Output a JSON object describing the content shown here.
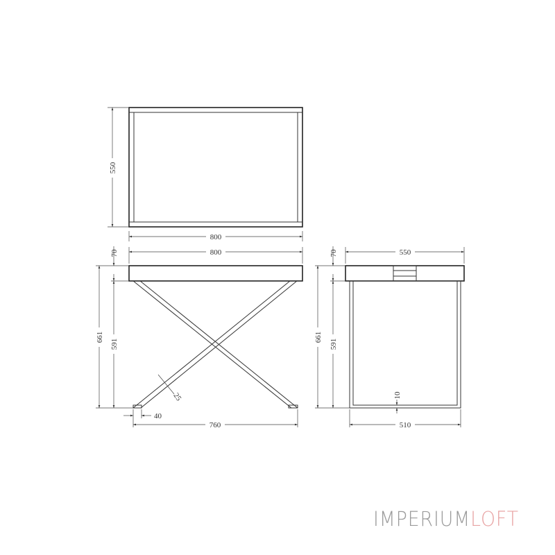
{
  "top_view": {
    "width_label": "800",
    "depth_label": "550"
  },
  "front_view": {
    "width_label": "800",
    "top_thickness_label": "70",
    "total_height_label": "661",
    "leg_height_label": "591",
    "leg_width_label": "25",
    "foot_label": "40",
    "base_width_label": "760"
  },
  "side_view": {
    "width_label": "550",
    "top_thickness_label": "70",
    "total_height_label": "661",
    "leg_height_label": "591",
    "bar_label": "10",
    "base_width_label": "510"
  },
  "logo": {
    "part1": "IMPERIUM",
    "part2": "LOFT",
    "colors": {
      "part1": "#9a9a9a",
      "part2": "#e8a3a3"
    }
  }
}
